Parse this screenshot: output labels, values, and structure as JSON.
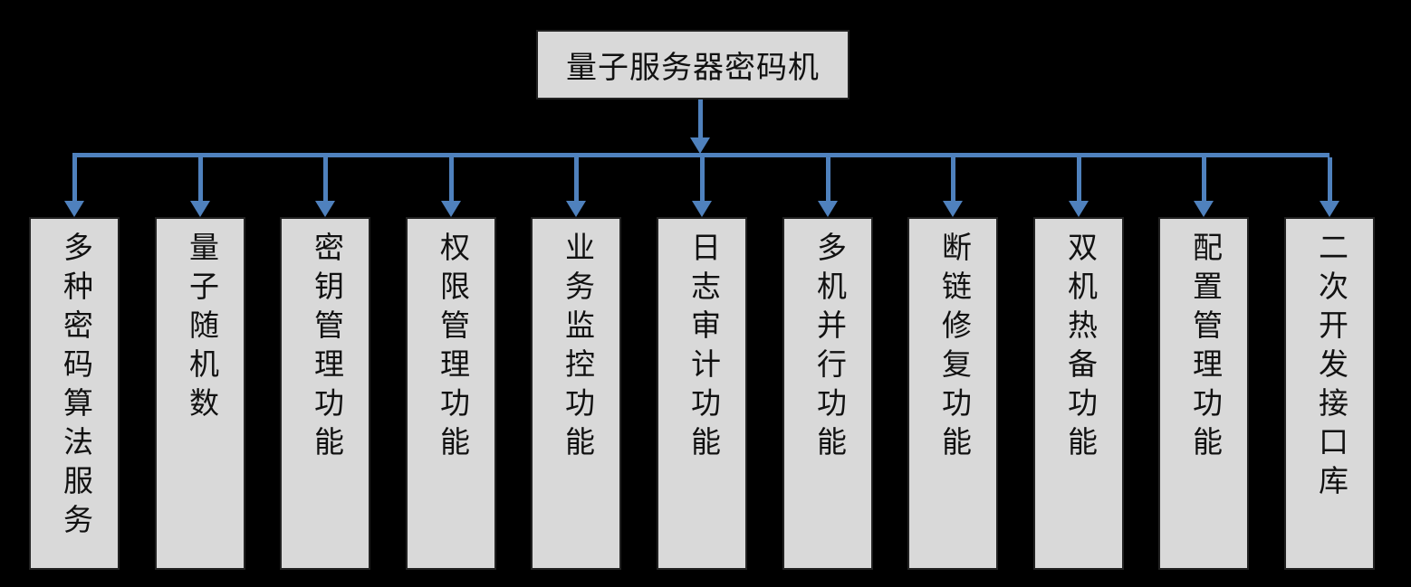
{
  "diagram": {
    "type": "tree",
    "root": {
      "label": "量子服务器密码机"
    },
    "children": [
      {
        "label": "多种密码算法服务"
      },
      {
        "label": "量子随机数"
      },
      {
        "label": "密钥管理功能"
      },
      {
        "label": "权限管理功能"
      },
      {
        "label": "业务监控功能"
      },
      {
        "label": "日志审计功能"
      },
      {
        "label": "多机并行功能"
      },
      {
        "label": "断链修复功能"
      },
      {
        "label": "双机热备功能"
      },
      {
        "label": "配置管理功能"
      },
      {
        "label": "二次开发接口库"
      }
    ]
  },
  "colors": {
    "background": "#000000",
    "box_fill": "#d9d9d9",
    "box_border": "#222222",
    "box_text": "#111111",
    "connector": "#4f81bd"
  }
}
